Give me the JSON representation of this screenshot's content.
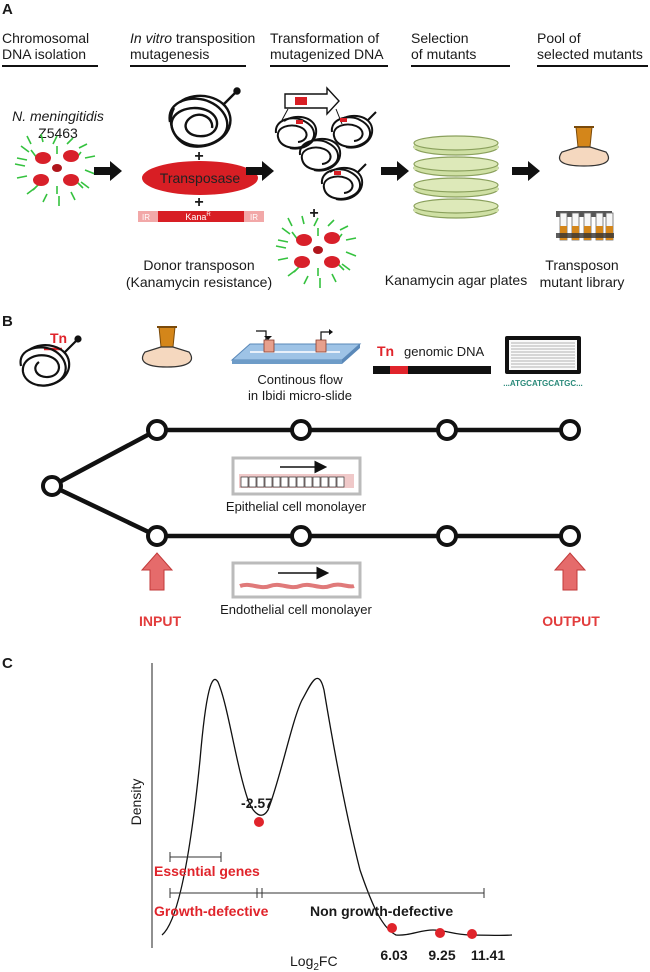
{
  "panel_a": {
    "letter": "A",
    "steps": [
      {
        "line1": "Chromosomal",
        "line2": "DNA isolation"
      },
      {
        "line1_italic": "In vitro",
        "line1_rest": " transposition",
        "line2": "mutagenesis"
      },
      {
        "line1": "Transformation of",
        "line2": "mutagenized DNA"
      },
      {
        "line1": "Selection",
        "line2": "of mutants"
      },
      {
        "line1": "Pool of",
        "line2": "selected mutants"
      }
    ],
    "strain_name": "N. meningitidis",
    "strain_id": "Z5463",
    "plus": "+",
    "transposase": "Transposase",
    "ir_label": "IR",
    "kana_label": "Kana",
    "kana_sup": "R",
    "donor_line1": "Donor transposon",
    "donor_line2": "(Kanamycin resistance)",
    "plates_label": "Kanamycin agar plates",
    "library_line1": "Transposon",
    "library_line2": "mutant library"
  },
  "panel_b": {
    "letter": "B",
    "tn_label": "Tn",
    "flow_line1": "Continous flow",
    "flow_line2": "in Ibidi micro-slide",
    "genomic_tn": "Tn",
    "genomic_label": "genomic DNA",
    "sequence": "...ATGCATGCATGC...",
    "epithelial": "Epithelial cell monolayer",
    "endothelial": "Endothelial cell monolayer",
    "input": "INPUT",
    "output": "OUTPUT"
  },
  "panel_c": {
    "letter": "C",
    "ylabel": "Density",
    "xlabel_main": "Log",
    "xlabel_sub": "2",
    "xlabel_tail": "FC",
    "min_label": "-2.57",
    "ticks": [
      "6.03",
      "9.25",
      "11.41"
    ],
    "essential": "Essential genes",
    "growth_defective": "Growth-defective",
    "non_growth_defective": "Non growth-defective"
  },
  "colors": {
    "accent_red": "#e0242b",
    "input_output_red": "#e23c3c",
    "plate_green": "#cfe0a4",
    "tube_orange": "#d4861a",
    "bacteria_green": "#35c23f"
  }
}
